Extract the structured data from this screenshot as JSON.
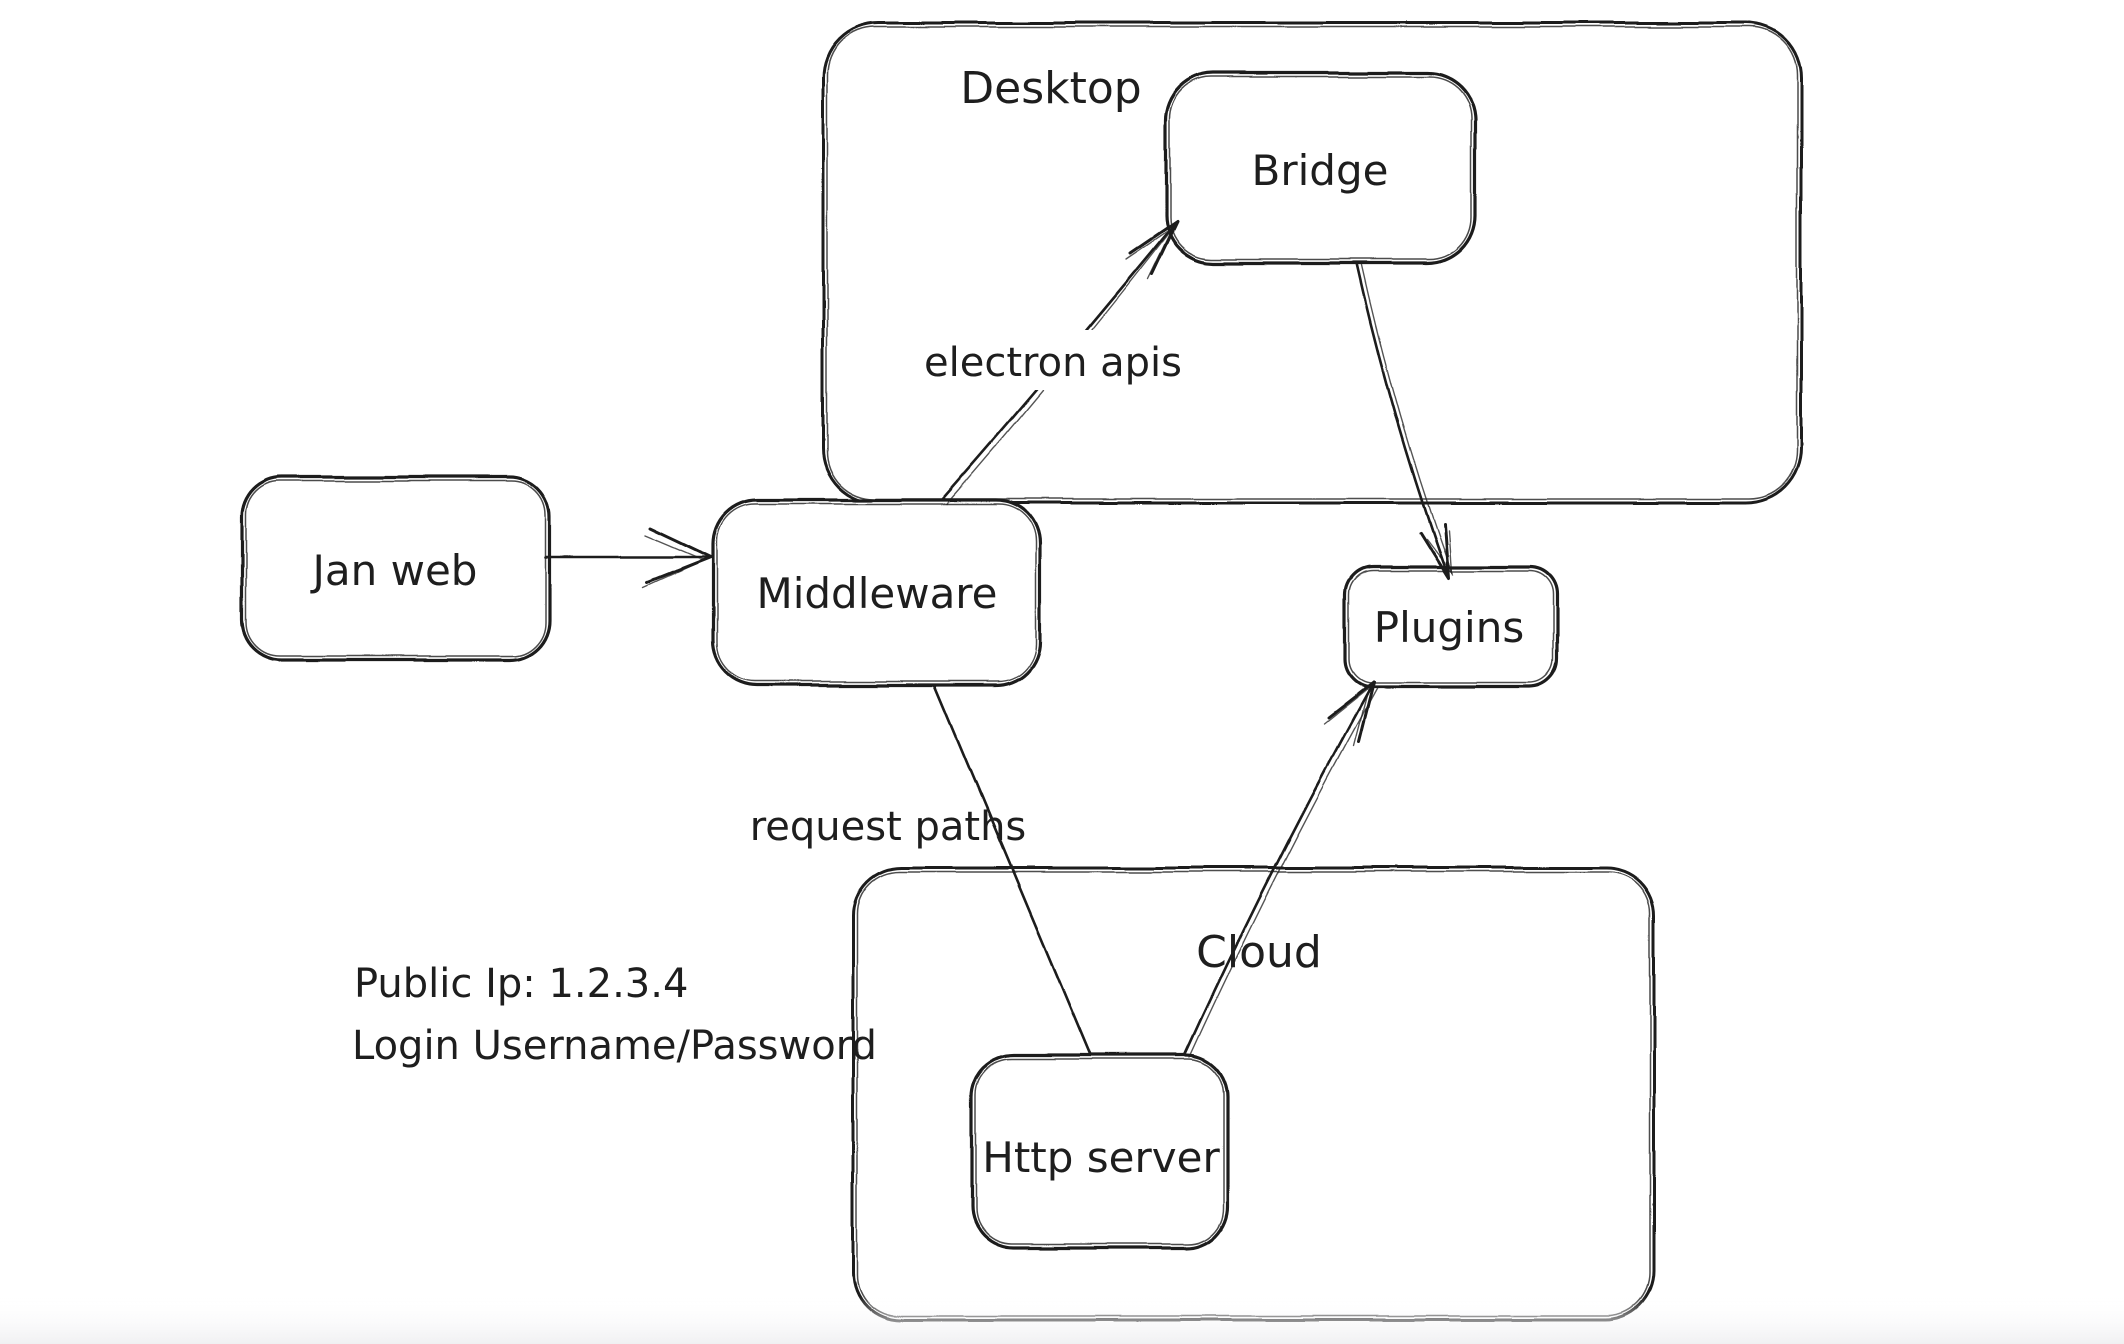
{
  "colors": {
    "stroke": "#1e1e1e",
    "background": "#ffffff",
    "bottom_fade": "#f0f0f2"
  },
  "diagram": {
    "containers": [
      {
        "id": "desktop",
        "label": "Desktop"
      },
      {
        "id": "cloud",
        "label": "Cloud"
      }
    ],
    "nodes": [
      {
        "id": "jan-web",
        "label": "Jan web"
      },
      {
        "id": "middleware",
        "label": "Middleware"
      },
      {
        "id": "bridge",
        "label": "Bridge"
      },
      {
        "id": "plugins",
        "label": "Plugins"
      },
      {
        "id": "http-server",
        "label": "Http server"
      }
    ],
    "edges": [
      {
        "from": "jan-web",
        "to": "middleware",
        "label": "",
        "arrowhead": true
      },
      {
        "from": "middleware",
        "to": "bridge",
        "label": "electron apis",
        "arrowhead": true
      },
      {
        "from": "bridge",
        "to": "plugins",
        "label": "",
        "arrowhead": true
      },
      {
        "from": "middleware",
        "to": "http-server",
        "label": "request paths",
        "arrowhead": false
      },
      {
        "from": "http-server",
        "to": "plugins",
        "label": "",
        "arrowhead": true
      }
    ],
    "annotations": {
      "line1": "Public Ip: 1.2.3.4",
      "line2": "Login Username/Password"
    }
  }
}
